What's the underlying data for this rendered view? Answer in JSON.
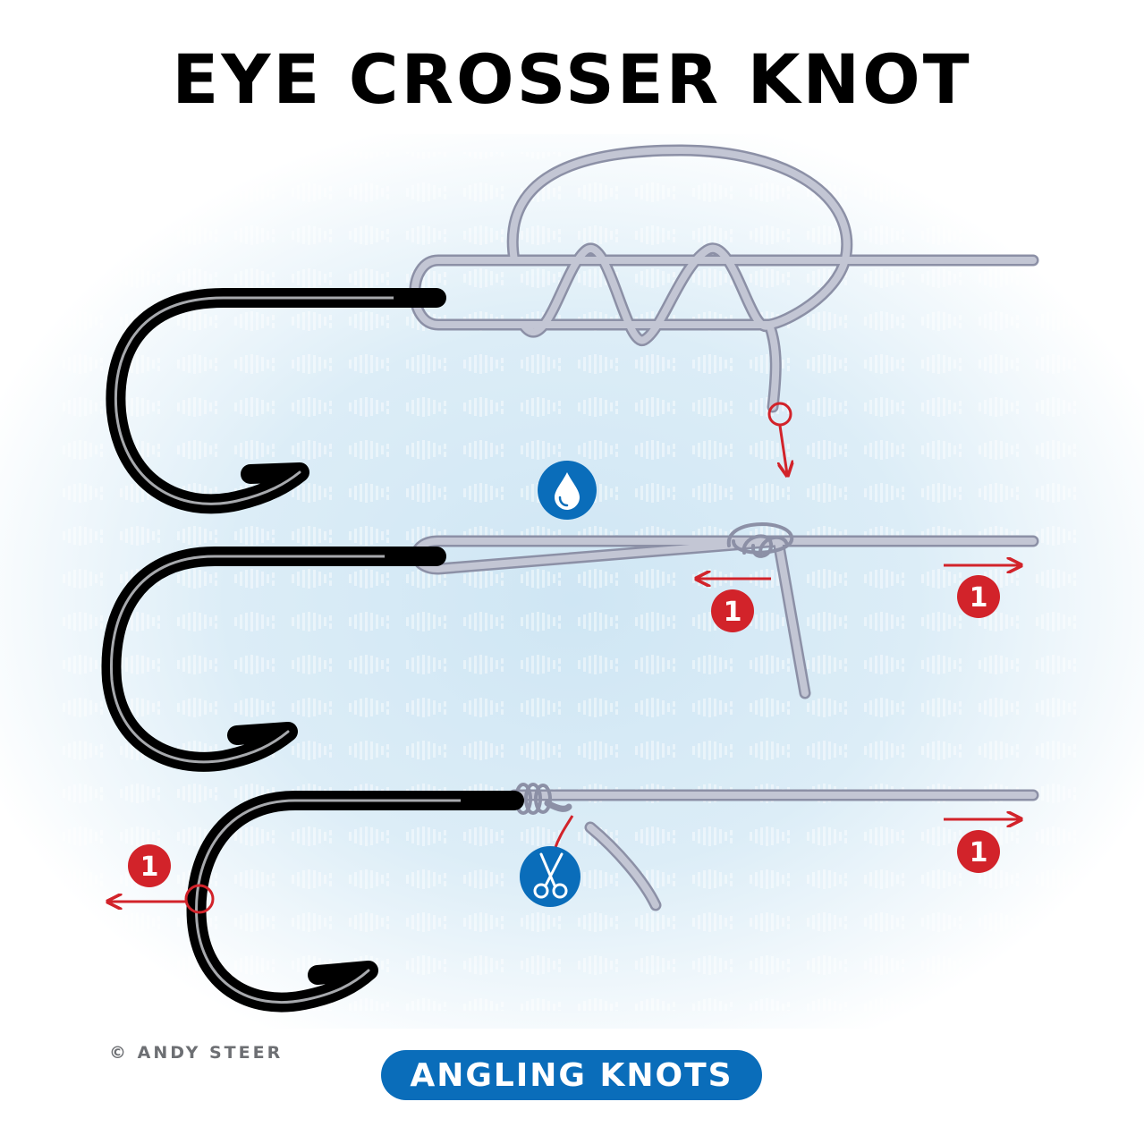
{
  "title": "EYE CROSSER KNOT",
  "credit": "© ANDY STEER",
  "brand": "ANGLING KNOTS",
  "step_markers": [
    {
      "label": "1",
      "target": "step2-tag-end-pull"
    },
    {
      "label": "1",
      "target": "step2-main-line-pull"
    },
    {
      "label": "1",
      "target": "step3-main-line-pull"
    },
    {
      "label": "1",
      "target": "step3-hook-pull"
    }
  ],
  "icons": {
    "moisten": "water-drop-icon",
    "trim": "scissors-icon"
  },
  "colors": {
    "line": "#b9bccc",
    "line_stroke": "#8c90a6",
    "hook": "#000000",
    "hook_highlight": "#a7a9ad",
    "arrow": "#d2232a",
    "badge": "#d2232a",
    "icon_badge": "#0a6dba",
    "background_glow": "#cfe6f4"
  }
}
